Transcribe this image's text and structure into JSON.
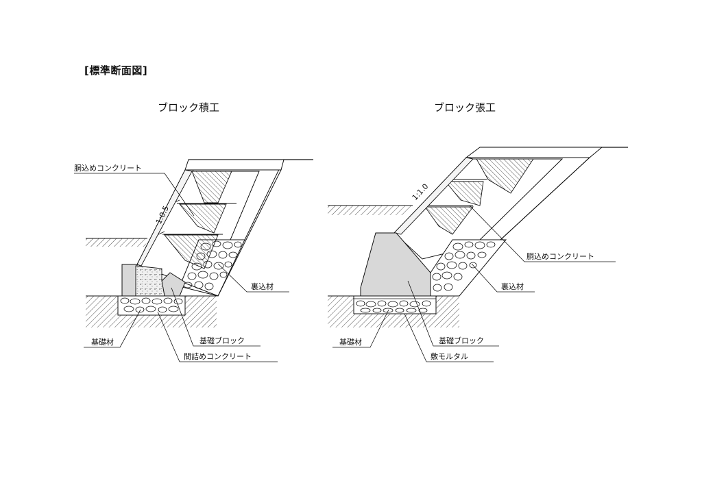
{
  "page_title": "[標準断面図]",
  "left": {
    "title": "ブロック積工",
    "ratio": "1:0.5",
    "labels": {
      "dogome": "胴込めコンクリート",
      "uragome": "裏込材",
      "kisozai": "基礎材",
      "kiso_block": "基礎ブロック",
      "madozume": "間詰めコンクリート"
    }
  },
  "right": {
    "title": "ブロック張工",
    "ratio": "1:1.0",
    "labels": {
      "dogome": "胴込めコンクリート",
      "uragome": "裏込材",
      "kisozai": "基礎材",
      "kiso_block": "基礎ブロック",
      "shiki_mortar": "敷モルタル"
    }
  }
}
